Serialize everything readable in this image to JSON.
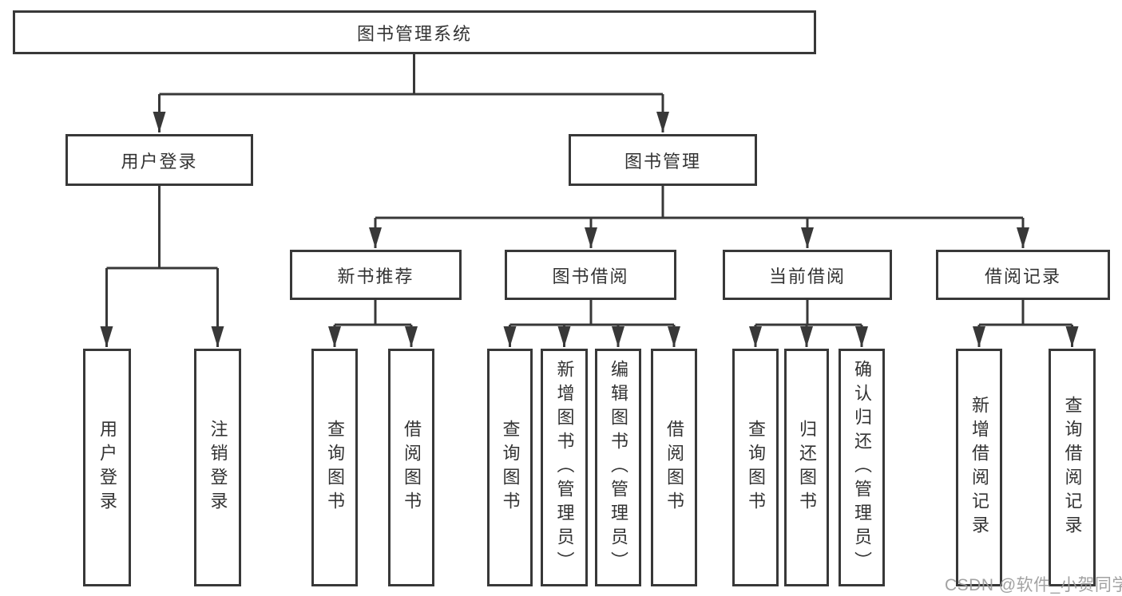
{
  "diagram": {
    "tree": {
      "label": "图书管理系统",
      "children": [
        {
          "label": "用户登录",
          "children": [
            {
              "label": "用户登录"
            },
            {
              "label": "注销登录"
            }
          ]
        },
        {
          "label": "图书管理",
          "children": [
            {
              "label": "新书推荐",
              "children": [
                {
                  "label": "查询图书"
                },
                {
                  "label": "借阅图书"
                }
              ]
            },
            {
              "label": "图书借阅",
              "children": [
                {
                  "label": "查询图书"
                },
                {
                  "label": "新增图书（管理员）"
                },
                {
                  "label": "编辑图书（管理员）"
                },
                {
                  "label": "借阅图书"
                }
              ]
            },
            {
              "label": "当前借阅",
              "children": [
                {
                  "label": "查询图书"
                },
                {
                  "label": "归还图书"
                },
                {
                  "label": "确认归还（管理员）"
                }
              ]
            },
            {
              "label": "借阅记录",
              "children": [
                {
                  "label": "新增借阅记录"
                },
                {
                  "label": "查询借阅记录"
                }
              ]
            }
          ]
        }
      ]
    },
    "watermark": "CSDN @软件_小贺同学",
    "colors": {
      "line": "#383838",
      "box_border": "#383838",
      "text": "#333333",
      "background": "#ffffff",
      "watermark": "#9b9b9b"
    }
  }
}
